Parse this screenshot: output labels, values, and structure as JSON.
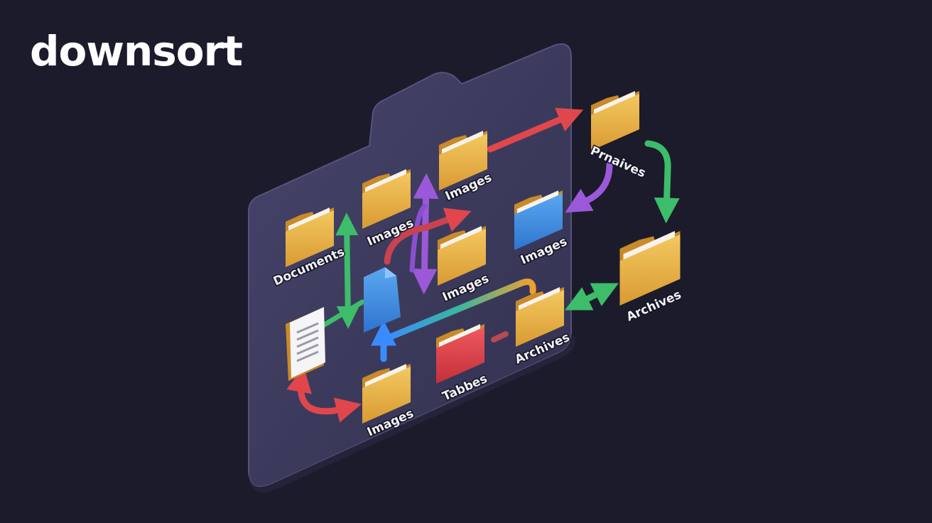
{
  "brand": {
    "title": "downsort"
  },
  "colors": {
    "background": "#1c1b2b",
    "board": "#3a3858",
    "folder_yellow": "#e9b44c",
    "folder_blue": "#3f8fe0",
    "folder_red": "#d94148",
    "arrow_red": "#e0474c",
    "arrow_green": "#3dbd6a",
    "arrow_purple": "#9b59d9",
    "arrow_blue": "#3a8bff",
    "arrow_orange": "#f0a030"
  },
  "folders": [
    {
      "id": "documents",
      "label": "Documents",
      "color": "yellow",
      "icon": "folder-icon"
    },
    {
      "id": "images_1",
      "label": "Images",
      "color": "yellow",
      "icon": "folder-icon"
    },
    {
      "id": "images_2",
      "label": "Images",
      "color": "yellow",
      "icon": "folder-icon"
    },
    {
      "id": "images_3",
      "label": "Images",
      "color": "yellow",
      "icon": "folder-icon"
    },
    {
      "id": "images_4",
      "label": "Images",
      "color": "blue",
      "icon": "folder-icon"
    },
    {
      "id": "images_5",
      "label": "Images",
      "color": "yellow",
      "icon": "folder-icon"
    },
    {
      "id": "tabbes",
      "label": "Tabbes",
      "color": "red",
      "icon": "folder-icon"
    },
    {
      "id": "archives_1",
      "label": "Archives",
      "color": "yellow",
      "icon": "folder-icon"
    },
    {
      "id": "archives_2",
      "label": "Archives",
      "color": "yellow",
      "icon": "folder-icon"
    },
    {
      "id": "previews",
      "label": "Prnaives",
      "color": "yellow",
      "icon": "folder-icon"
    }
  ],
  "file_icon": "document-file-icon",
  "blue_file_icon": "blue-file-icon"
}
